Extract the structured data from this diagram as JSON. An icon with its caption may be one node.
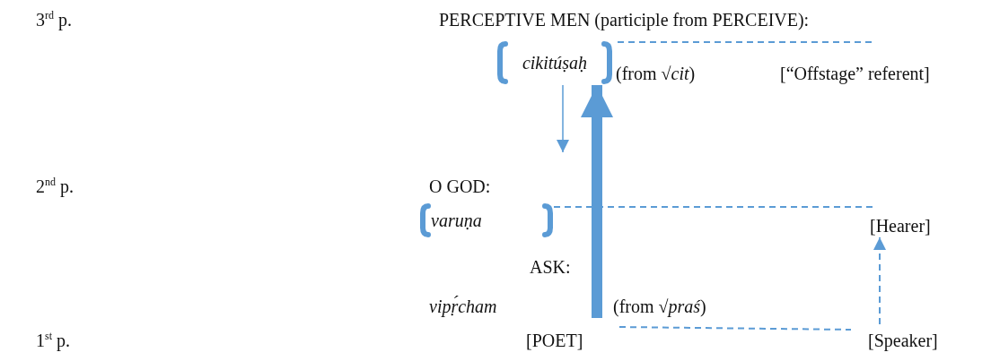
{
  "diagram": {
    "nodes": [
      {
        "text": [
          "cikitúṣaḥ"
        ]
      },
      {
        "text": [
          "varuṇa"
        ]
      },
      {
        "text": [
          "vipṛ́cham"
        ]
      },
      {
        "text": [
          "[POET]"
        ]
      },
      {
        "text": [
          "[Hearer]"
        ]
      },
      {
        "text": [
          "[Speaker]"
        ]
      },
      {
        "text": [
          "[“Offstage” referent]"
        ]
      }
    ],
    "edges": [
      {
        "from": 0,
        "to": null,
        "arrow": "to"
      },
      {
        "from": 3,
        "to": 0,
        "arrow": "to",
        "style": "thick"
      },
      {
        "from": 0,
        "to": 6,
        "arrow": "none",
        "style": "dashed"
      },
      {
        "from": 1,
        "to": 4,
        "arrow": "none",
        "style": "dashed"
      },
      {
        "from": 3,
        "to": 5,
        "arrow": "none",
        "style": "dashed"
      },
      {
        "from": 5,
        "to": 4,
        "arrow": "to",
        "style": "dashed"
      }
    ],
    "labels": [
      "3$^{rd}$ p.",
      "PERCEPTIVE MEN (participle from PERCEIVE):",
      "(from √*cit*)",
      "2$^{nd}$ p.",
      "O GOD:",
      "ASK:",
      "(from √*praś*)",
      "1$^{st}$ p."
    ]
  }
}
